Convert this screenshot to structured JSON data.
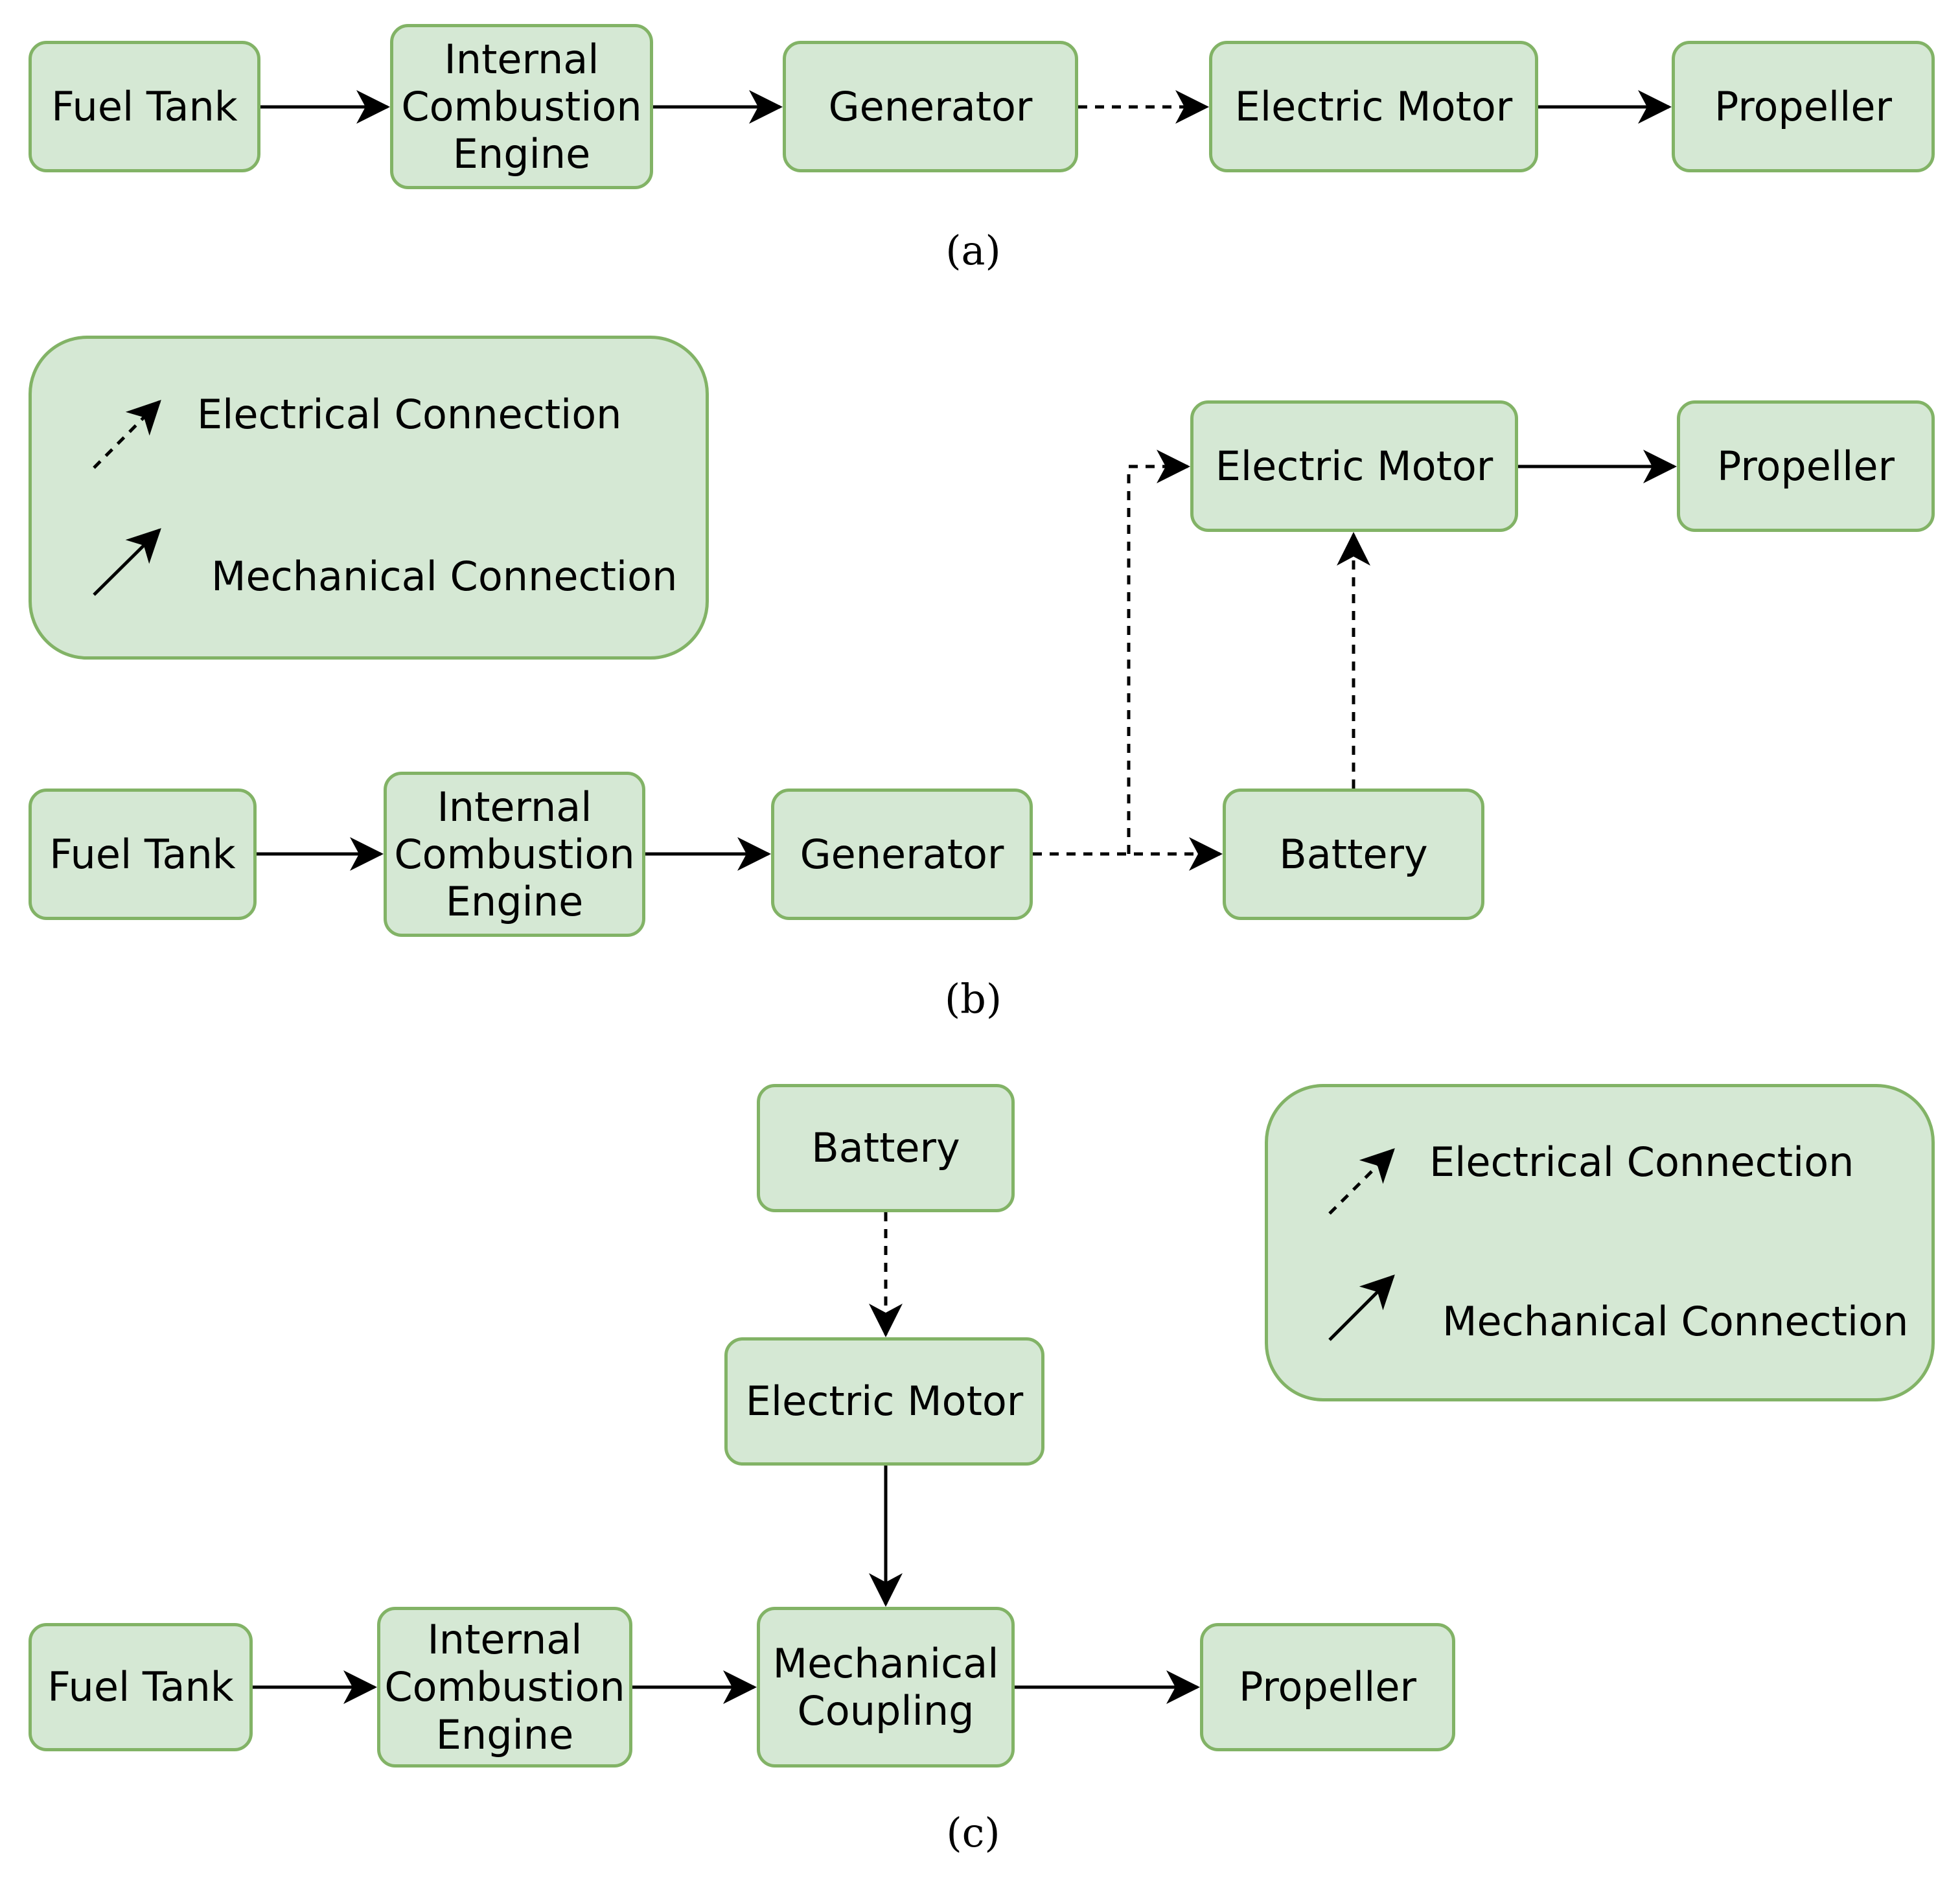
{
  "panels": {
    "a": {
      "caption": "(a)",
      "nodes": {
        "fuel_tank": "Fuel Tank",
        "engine": "Internal\nCombustion\nEngine",
        "generator": "Generator",
        "motor": "Electric Motor",
        "propeller": "Propeller"
      }
    },
    "b": {
      "caption": "(b)",
      "nodes": {
        "fuel_tank": "Fuel Tank",
        "engine": "Internal\nCombustion\nEngine",
        "generator": "Generator",
        "battery": "Battery",
        "motor": "Electric Motor",
        "propeller": "Propeller"
      },
      "legend": {
        "electrical": "Electrical Connection",
        "mechanical": "Mechanical Connection"
      }
    },
    "c": {
      "caption": "(c)",
      "nodes": {
        "battery": "Battery",
        "motor": "Electric Motor",
        "fuel_tank": "Fuel Tank",
        "engine": "Internal\nCombustion\nEngine",
        "coupling": "Mechanical\nCoupling",
        "propeller": "Propeller"
      },
      "legend": {
        "electrical": "Electrical Connection",
        "mechanical": "Mechanical Connection"
      }
    }
  },
  "colors": {
    "box_fill": "#d5e8d4",
    "box_border": "#82b366",
    "line": "#000000"
  },
  "connection_types": [
    "mechanical",
    "electrical"
  ]
}
